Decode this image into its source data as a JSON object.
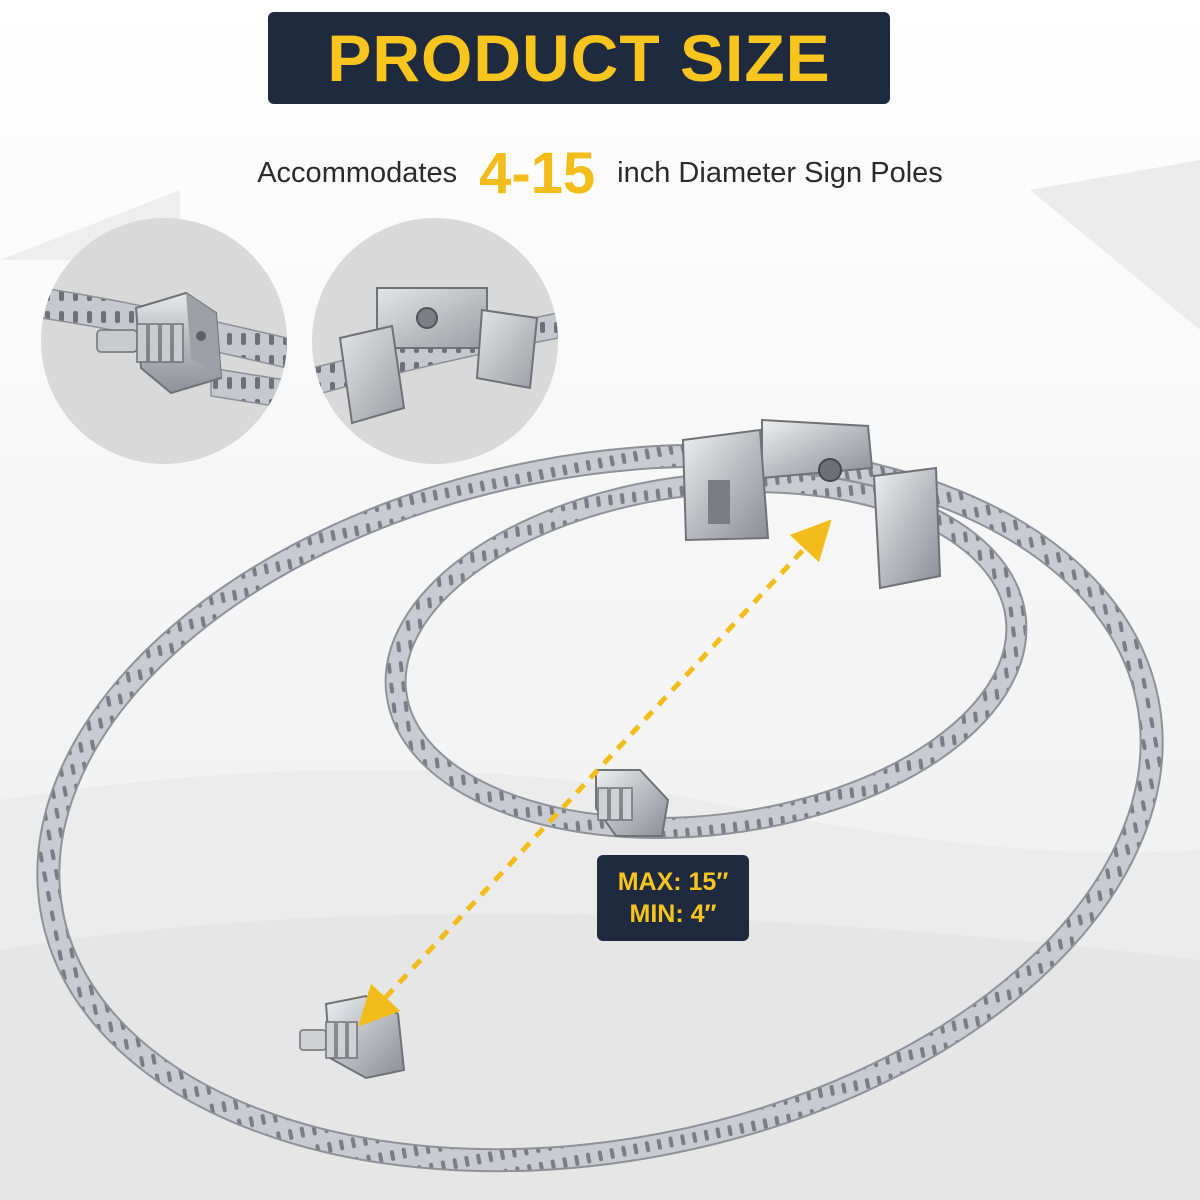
{
  "banner": {
    "title": "PRODUCT SIZE"
  },
  "subtitle": {
    "prefix": "Accommodates",
    "range": "4-15",
    "suffix": "inch Diameter Sign Poles"
  },
  "size_labels": {
    "max": "MAX: 15′′",
    "min": "MIN: 4′′"
  },
  "colors": {
    "navy": "#1f2a3f",
    "accent_yellow": "#f7c51e",
    "steel": "#b9bcc0"
  }
}
